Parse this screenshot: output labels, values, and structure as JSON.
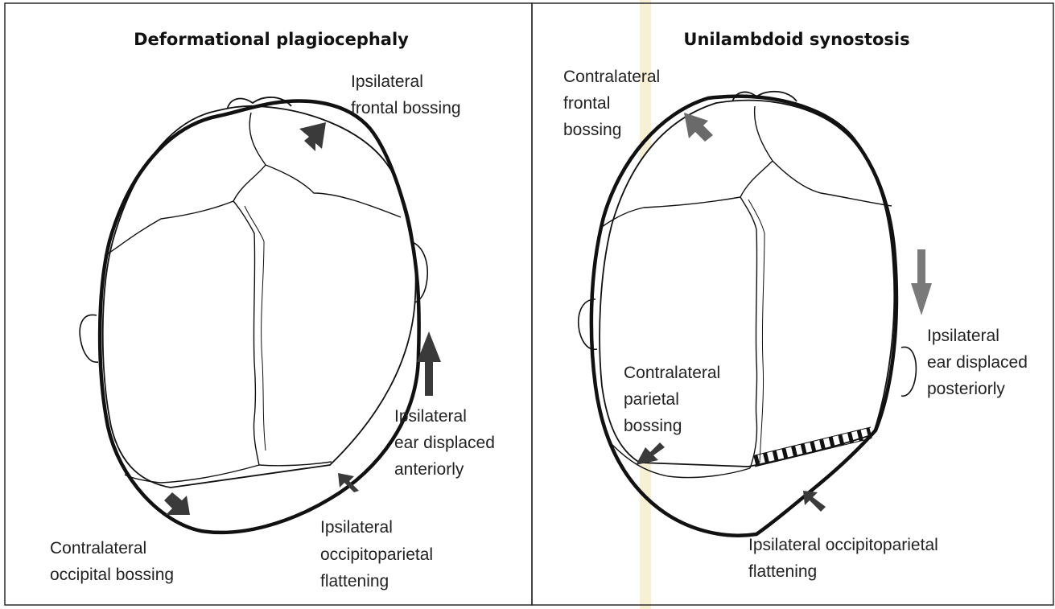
{
  "panels": [
    {
      "title": "Deformational plagiocephaly",
      "labels": {
        "frontal": [
          "Ipsilateral",
          "frontal bossing"
        ],
        "ear": [
          "Ipsilateral",
          "ear displaced",
          "anteriorly"
        ],
        "flattening": [
          "Ipsilateral",
          "occipitoparietal",
          "flattening"
        ],
        "occipital": [
          "Contralateral",
          "occipital bossing"
        ]
      }
    },
    {
      "title": "Unilambdoid synostosis",
      "labels": {
        "frontal": [
          "Contralateral",
          "frontal",
          "bossing"
        ],
        "ear": [
          "Ipsilateral",
          "ear displaced",
          "posteriorly"
        ],
        "parietal": [
          "Contralateral",
          "parietal",
          "bossing"
        ],
        "flattening": [
          "Ipsilateral occipitoparietal",
          "flattening"
        ]
      }
    }
  ],
  "colors": {
    "ink": "#111111",
    "arrow_dark": "#3a3a3a",
    "arrow_grey": "#7a7a7a",
    "scan_stripe": "#f2e4b0"
  },
  "icons": [
    "arrow-up-icon",
    "arrow-down-icon",
    "arrow-diagonal-icon"
  ]
}
